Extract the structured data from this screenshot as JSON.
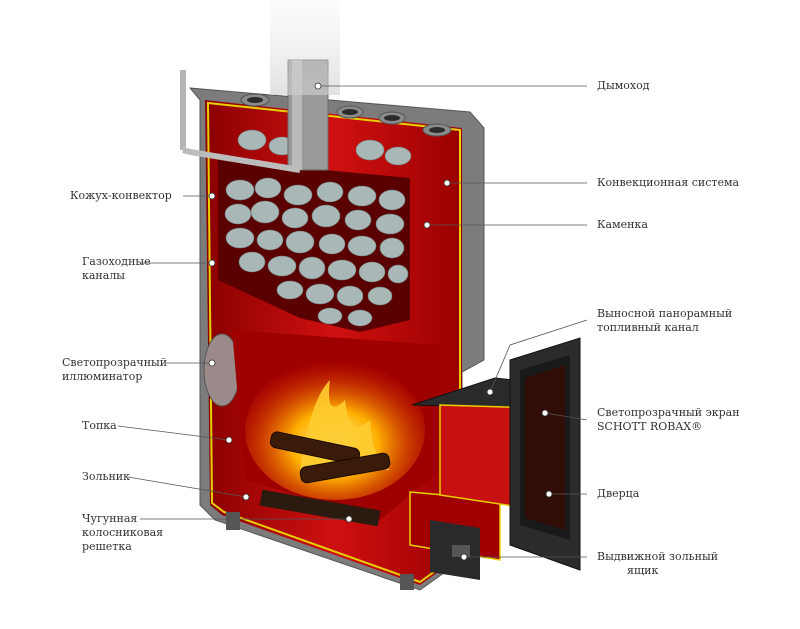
{
  "labels": {
    "chimney": "Дымоход",
    "convection": "Конвекционная система",
    "heater_stones": "Каменка",
    "fuel_channel_1": "Выносной панорамный",
    "fuel_channel_2": "топливный канал",
    "glass_screen_1": "Светопрозрачный экран",
    "glass_screen_2": "SCHOTT ROBAX®",
    "door": "Дверца",
    "ash_drawer_1": "Выдвижной зольный",
    "ash_drawer_2": "ящик",
    "casing": "Кожух-конвектор",
    "gas_channels_1": "Газоходные",
    "gas_channels_2": "каналы",
    "illuminator_1": "Светопрозрачный",
    "illuminator_2": "иллюминатор",
    "firebox": "Топка",
    "ashpit": "Зольник",
    "grate_1": "Чугунная",
    "grate_2": "колосниковая",
    "grate_3": "решетка"
  },
  "colors": {
    "body_red": "#b01010",
    "body_dark": "#6a0000",
    "metal": "#8c8c8c",
    "yellow_edge": "#e8d000",
    "fire": "#ff9a00",
    "stones": "#a9b7b6"
  }
}
